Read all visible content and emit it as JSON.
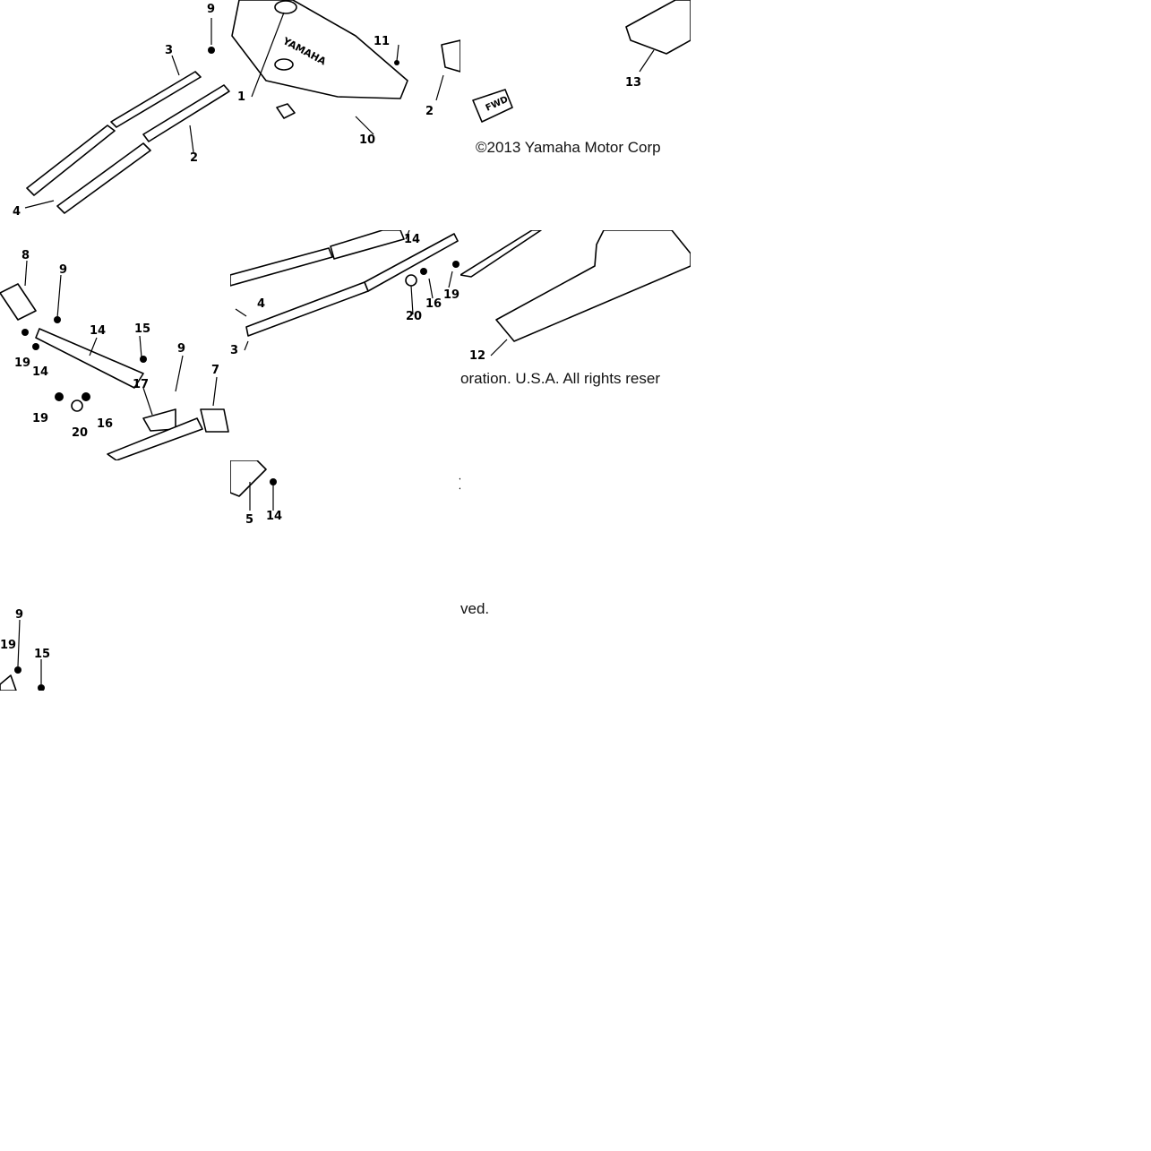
{
  "tiles": {
    "t1": {
      "labels": [
        "9",
        "3",
        "2",
        "4"
      ]
    },
    "t2": {
      "labels": [
        "11",
        "1",
        "10",
        "2"
      ],
      "brand": "YAMAHA"
    },
    "t3": {
      "labels": [
        "13"
      ],
      "fwd": "FWD"
    },
    "t4": {
      "labels": [
        "8",
        "9",
        "14",
        "15",
        "19",
        "14",
        "9",
        "7",
        "17",
        "19",
        "20",
        "16"
      ]
    },
    "t5": {
      "labels": [
        "14",
        "4",
        "20",
        "16",
        "19",
        "3"
      ]
    },
    "t6": {
      "labels": [
        "12"
      ]
    },
    "t8": {
      "labels": [
        "5",
        "14"
      ]
    },
    "t10": {
      "labels": [
        "9",
        "19",
        "15"
      ]
    }
  },
  "copyright": {
    "part1": "©2013 Yamaha Motor Corp",
    "part2": "oration. U.S.A. All rights reser",
    "part3": "ved."
  }
}
